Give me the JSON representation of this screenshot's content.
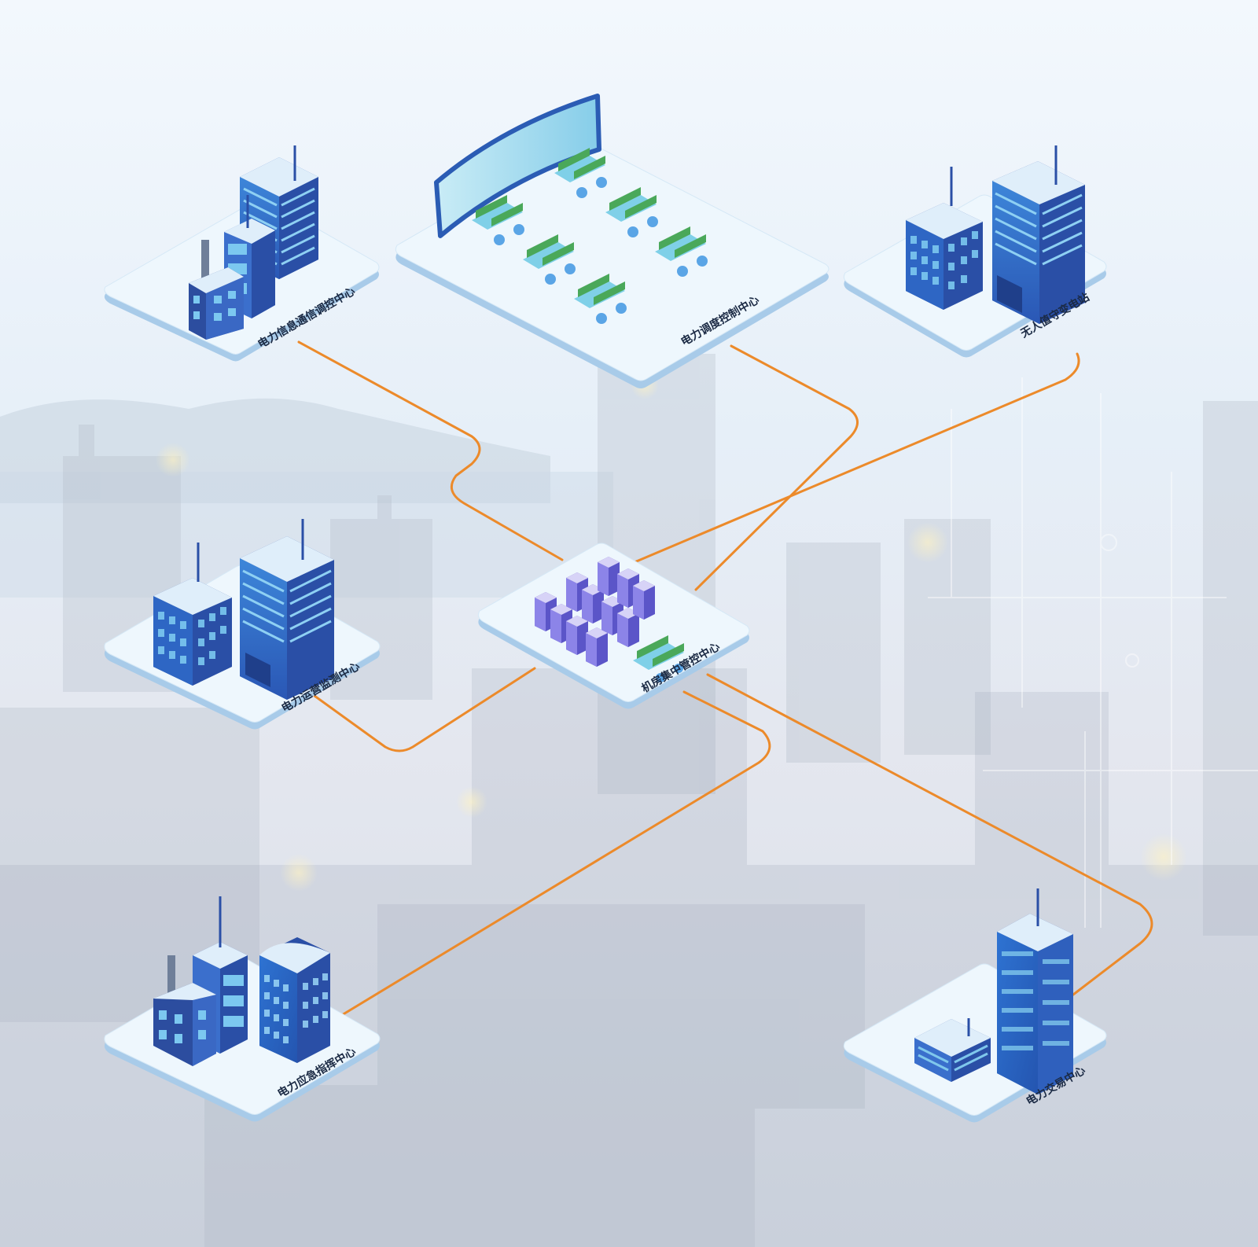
{
  "diagram": {
    "hub": {
      "label": "机房集中管控中心",
      "icon": "server-racks"
    },
    "nodes": [
      {
        "id": "info-comm",
        "label": "电力信息通信调控中心",
        "icon": "office-factory"
      },
      {
        "id": "dispatch",
        "label": "电力调度控制中心",
        "icon": "control-room"
      },
      {
        "id": "substation",
        "label": "无人值守变电站",
        "icon": "twin-towers"
      },
      {
        "id": "ops-monitor",
        "label": "电力运营监测中心",
        "icon": "twin-towers"
      },
      {
        "id": "emergency",
        "label": "电力应急指挥中心",
        "icon": "office-factory"
      },
      {
        "id": "trading",
        "label": "电力交易中心",
        "icon": "skyscraper"
      }
    ]
  },
  "colors": {
    "connector": "#ec8a2a",
    "platform_top": "#eef7fd",
    "platform_edge": "#a8cbe9",
    "building_primary": "#3d6fc9",
    "building_dark": "#233f8e",
    "sky_top": "#eef6fc",
    "sky_bottom": "#d9e3ef"
  }
}
